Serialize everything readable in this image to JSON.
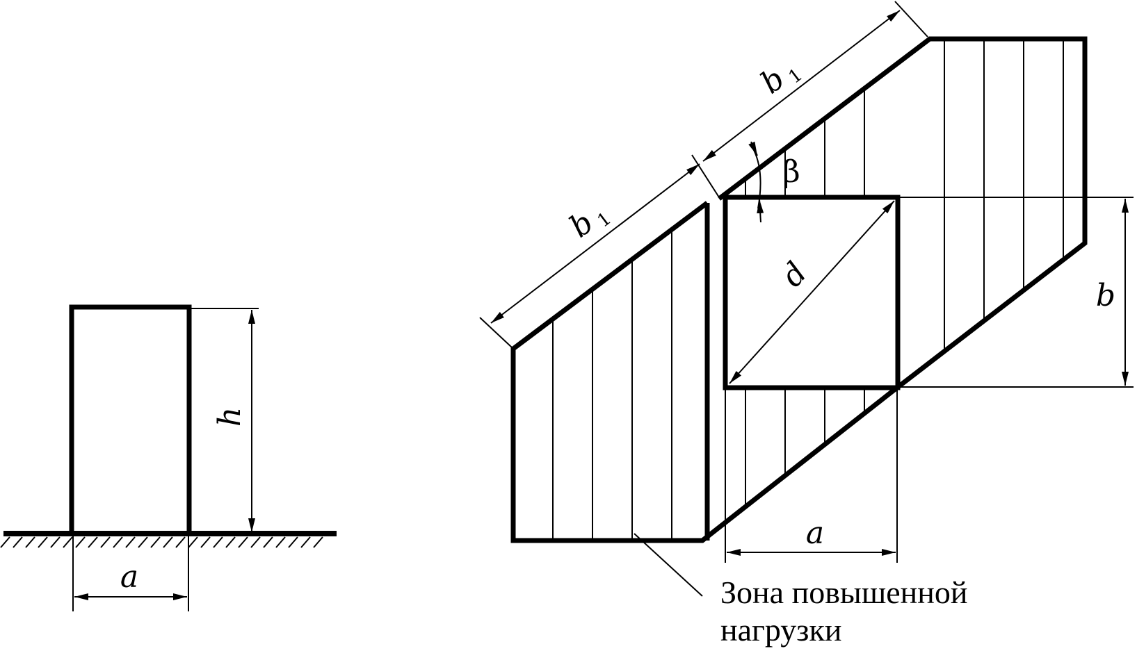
{
  "left_figure": {
    "dim_height_label": "h",
    "dim_width_label": "a"
  },
  "right_figure": {
    "dim_b1_lower_label": "b",
    "dim_b1_lower_sub": "1",
    "dim_b1_upper_label": "b",
    "dim_b1_upper_sub": "1",
    "angle_label": "β",
    "diagonal_label": "d",
    "dim_b_label": "b",
    "dim_a_label": "a",
    "zone_caption_line1": "Зона повышенной",
    "zone_caption_line2": "нагрузки"
  }
}
